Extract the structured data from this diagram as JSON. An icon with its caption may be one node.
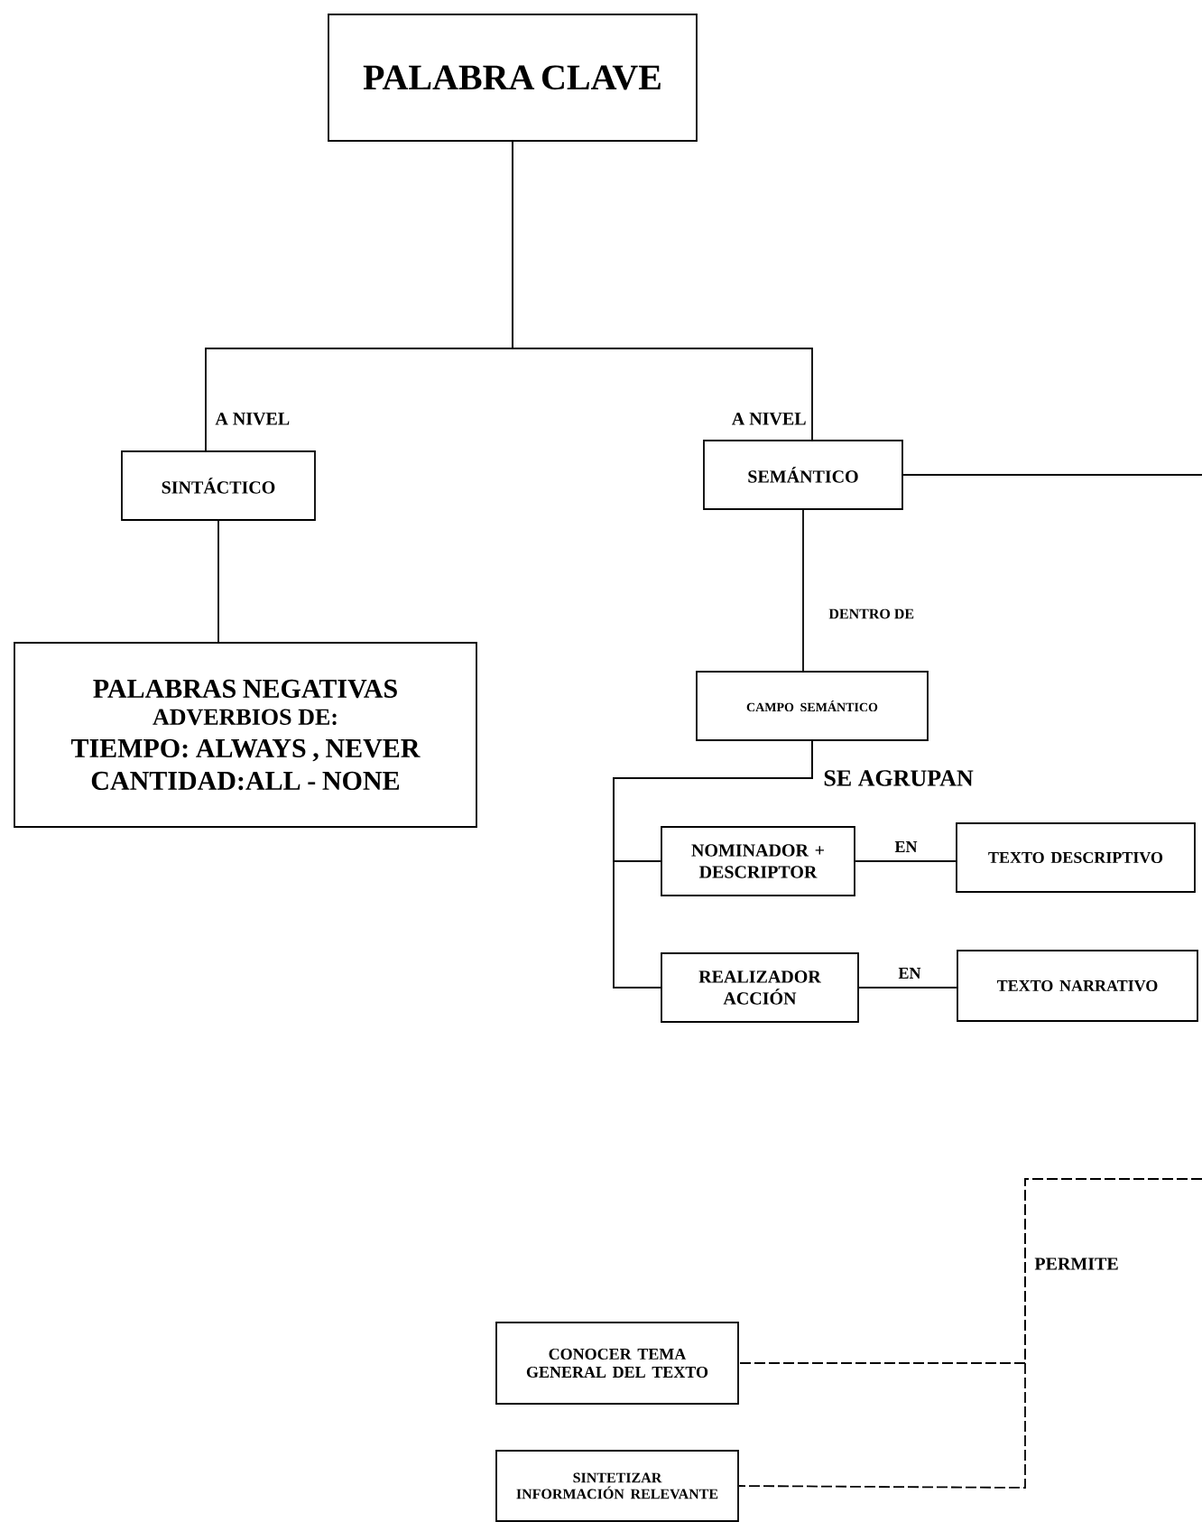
{
  "diagram": {
    "nodes": [
      {
        "text": [
          "PALABRA CLAVE"
        ]
      },
      {
        "text": [
          "SINTÁCTICO"
        ]
      },
      {
        "text": [
          "SEMÁNTICO"
        ]
      },
      {
        "text": [
          "PALABRAS NEGATIVAS",
          "ADVERBIOS DE:",
          "TIEMPO: ALWAYS , NEVER",
          "CANTIDAD:ALL - NONE"
        ]
      },
      {
        "text": [
          "CAMPO SEMÁNTICO"
        ]
      },
      {
        "text": [
          "NOMINADOR + DESCRIPTOR"
        ]
      },
      {
        "text": [
          "TEXTO DESCRIPTIVO"
        ]
      },
      {
        "text": [
          "REALIZADOR ACCIÓN"
        ]
      },
      {
        "text": [
          "TEXTO NARRATIVO"
        ]
      },
      {
        "text": [
          "CONOCER TEMA GENERAL DEL TEXTO"
        ]
      },
      {
        "text": [
          "SINTETIZAR INFORMACIÓN RELEVANTE"
        ]
      }
    ],
    "edges": [
      {
        "from": 0,
        "to": 1,
        "arrow": "none",
        "label": "A NIVEL"
      },
      {
        "from": 0,
        "to": 2,
        "arrow": "none",
        "label": "A NIVEL"
      },
      {
        "from": 1,
        "to": 3,
        "arrow": "none"
      },
      {
        "from": 2,
        "to": null,
        "arrow": "none"
      },
      {
        "from": 2,
        "to": 4,
        "arrow": "none",
        "label": "DENTRO DE"
      },
      {
        "from": 4,
        "to": 5,
        "arrow": "none",
        "label": "SE AGRUPAN"
      },
      {
        "from": 4,
        "to": 7,
        "arrow": "none"
      },
      {
        "from": 5,
        "to": 6,
        "arrow": "none",
        "label": "EN"
      },
      {
        "from": 7,
        "to": 8,
        "arrow": "none",
        "label": "EN"
      },
      {
        "from": null,
        "to": 9,
        "arrow": "none",
        "style": "dashed",
        "label": "PERMITE"
      },
      {
        "from": null,
        "to": 10,
        "arrow": "none",
        "style": "dashed"
      }
    ]
  }
}
